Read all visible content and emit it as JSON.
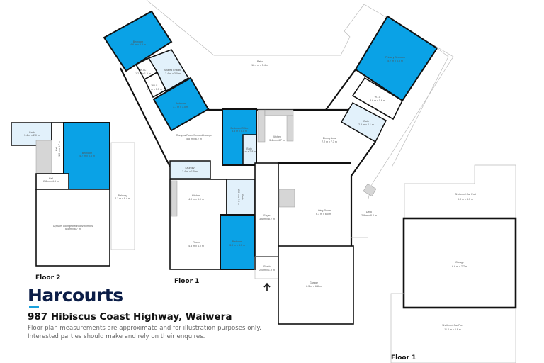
{
  "brand": {
    "name": "Harcourts",
    "accent_color": "#1aa0dc",
    "text_color": "#0b1d47"
  },
  "address": "987 Hibiscus Coast Highway, Waiwera",
  "disclaimer": {
    "line1": "Floor plan measurements are approximate and for illustration purposes only.",
    "line2": "Interested parties should make and rely on their enquires."
  },
  "colors": {
    "bedroom": "#0aa2e6",
    "wet_area": "#e2f1fb",
    "wall": "#111111"
  },
  "floor_labels": {
    "floor2": "Floor 2",
    "floor1_main": "Floor 1",
    "floor1_garage": "Floor 1"
  },
  "rooms": {
    "f2_bath": {
      "name": "Bath",
      "dims": "3.4 m x 2.0 m"
    },
    "f2_hall_v": {
      "name": "Hall",
      "dims": "1.0 m x 3.7 m"
    },
    "f2_bedroom": {
      "name": "Bedroom",
      "dims": "4.7 m x 5.8 m"
    },
    "f2_hall": {
      "name": "Hall",
      "dims": "2.8 m x 4.3 m"
    },
    "f2_balcony": {
      "name": "Balcony",
      "dims": "2.1 m x 8.4 m"
    },
    "f2_lounge": {
      "name": "Upstairs Lounge/Bedroom/Rumpus",
      "dims": "6.5 m x 6.7 m"
    },
    "bedroom_nw": {
      "name": "Bedroom",
      "dims": "4.6 m x 3.8 m"
    },
    "wic_1": {
      "name": "W.I.C",
      "dims": "1.2 m x 1.5 m"
    },
    "wic_2": {
      "name": "W.I.C",
      "dims": "1.2 m x 1.5 m"
    },
    "shared_ensuite": {
      "name": "Shared Ensuite",
      "dims": "2.4 m x 3.0 m"
    },
    "bedroom_w": {
      "name": "Bedroom",
      "dims": "3.7 m x 3.5 m"
    },
    "patio": {
      "name": "Patio",
      "dims": "16.4 m x 5.4 m"
    },
    "rumpus": {
      "name": "Rumpus Room/Second Lounge",
      "dims": "5.8 m x 6.2 m"
    },
    "bedroom_office": {
      "name": "Bedroom/Office",
      "dims": "3.3 m x 5.0 m"
    },
    "bath_small": {
      "name": "Bath",
      "dims": "2 m x 2.8 m"
    },
    "kitchen_main": {
      "name": "Kitchen",
      "dims": "3.4 m x 4.7 m"
    },
    "dining": {
      "name": "Dining Area",
      "dims": "7.2 m x 7.3 m"
    },
    "primary_bedroom": {
      "name": "Primary Bedroom",
      "dims": "5.7 m x 5.5 m"
    },
    "wic_primary": {
      "name": "W.I.C",
      "dims": "3.6 m x 1.6 m"
    },
    "bath_primary": {
      "name": "Bath",
      "dims": "2.5 m x 2.1 m"
    },
    "laundry": {
      "name": "Laundry",
      "dims": "3.4 m x 1.5 m"
    },
    "kitchen_2": {
      "name": "Kitchen",
      "dims": "4.0 m x 3.0 m"
    },
    "bath_flat": {
      "name": "Bath",
      "dims": "2.6 m x 2.0 m"
    },
    "room": {
      "name": "Room",
      "dims": "4.3 m x 4.0 m"
    },
    "bedroom_s": {
      "name": "Bedroom",
      "dims": "3.0 m x 4.7 m"
    },
    "foyer": {
      "name": "Foyer",
      "dims": "3.6 m x 8.2 m"
    },
    "living": {
      "name": "Living Room",
      "dims": "6.3 m x 6.0 m"
    },
    "porch": {
      "name": "Porch",
      "dims": "2.0 m x 1.9 m"
    },
    "garage_1": {
      "name": "Garage",
      "dims": "6.3 m x 6.8 m"
    },
    "deck": {
      "name": "Deck",
      "dims": "2.9 m x 8.3 m"
    },
    "carport_n": {
      "name": "Sheltered Car Port",
      "dims": "9.0 m x 4.7 m"
    },
    "garage_2": {
      "name": "Garage",
      "dims": "6.6 m x 7.7 m"
    },
    "carport_s": {
      "name": "Sheltered Car Port",
      "dims": "11.0 m x 4.8 m"
    }
  }
}
